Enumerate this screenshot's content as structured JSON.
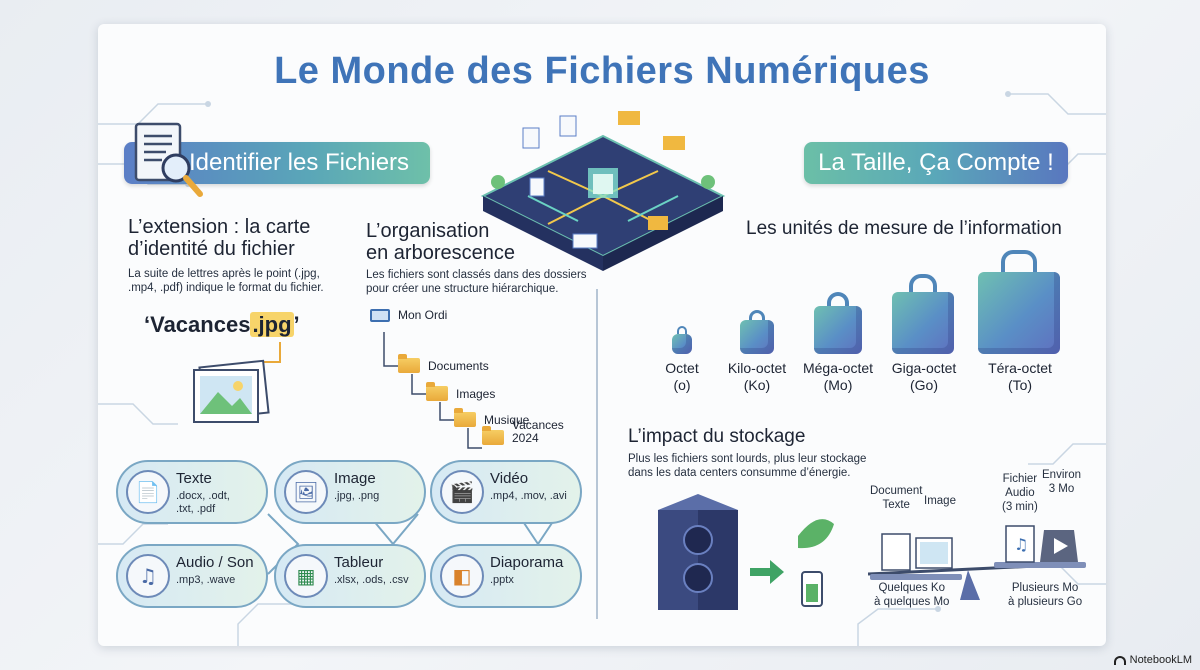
{
  "title": "Le Monde des Fichiers Numériques",
  "banners": {
    "left": "Identifier les Fichiers",
    "right": "La Taille, Ça Compte !"
  },
  "extension": {
    "heading_line1": "L’extension : la carte",
    "heading_line2": "d’identité du fichier",
    "desc_line1": "La suite de lettres après le point (.jpg,",
    "desc_line2": ".mp4, .pdf) indique le format du fichier.",
    "example_prefix": "‘Vacances",
    "example_ext": ".jpg",
    "example_suffix": "’"
  },
  "organisation": {
    "heading_line1": "L’organisation",
    "heading_line2": "en arborescence",
    "desc_line1": "Les fichiers sont classés dans des dossiers",
    "desc_line2": "pour créer une structure hiérarchique.",
    "tree": [
      "Mon Ordi",
      "Documents",
      "Images",
      "Musique",
      "Vacances",
      "2024"
    ]
  },
  "file_types": [
    {
      "title": "Texte",
      "sub1": ".docx, .odt,",
      "sub2": ".txt, .pdf",
      "icon": "document-icon"
    },
    {
      "title": "Image",
      "sub1": ".jpg, .png",
      "sub2": "",
      "icon": "picture-icon"
    },
    {
      "title": "Vidéo",
      "sub1": ".mp4, .mov, .avi",
      "sub2": "",
      "icon": "clapperboard-icon"
    },
    {
      "title": "Audio / Son",
      "sub1": ".mp3, .wave",
      "sub2": "",
      "icon": "music-note-icon"
    },
    {
      "title": "Tableur",
      "sub1": ".xlsx, .ods, .csv",
      "sub2": "",
      "icon": "spreadsheet-icon"
    },
    {
      "title": "Diaporama",
      "sub1": ".pptx",
      "sub2": "",
      "icon": "presentation-icon"
    }
  ],
  "units": {
    "heading": "Les unités de mesure de l’information",
    "items": [
      {
        "name": "Octet",
        "abbr": "(o)"
      },
      {
        "name": "Kilo-octet",
        "abbr": "(Ko)"
      },
      {
        "name": "Méga-octet",
        "abbr": "(Mo)"
      },
      {
        "name": "Giga-octet",
        "abbr": "(Go)"
      },
      {
        "name": "Téra-octet",
        "abbr": "(To)"
      }
    ]
  },
  "impact": {
    "heading": "L’impact du stockage",
    "desc_line1": "Plus les fichiers sont lourds, plus leur stockage",
    "desc_line2": "dans les data centers consumme d’énergie.",
    "doc_label1": "Document",
    "doc_label2": "Texte",
    "image_label": "Image",
    "audio_label1": "Fichier",
    "audio_label2": "Audio",
    "audio_label3": "(3 min)",
    "approx_label1": "Environ",
    "approx_label2": "3 Mo",
    "left_pan1": "Quelques Ko",
    "left_pan2": "à quelques Mo",
    "right_pan1": "Plusieurs Mo",
    "right_pan2": "à plusieurs Go"
  },
  "watermark": "NotebookLM",
  "colors": {
    "title": "#3f74b8",
    "accent_green": "#6ec0a9",
    "accent_blue": "#5977bf",
    "folder": "#e9a93a",
    "highlight": "#f7d46a"
  }
}
